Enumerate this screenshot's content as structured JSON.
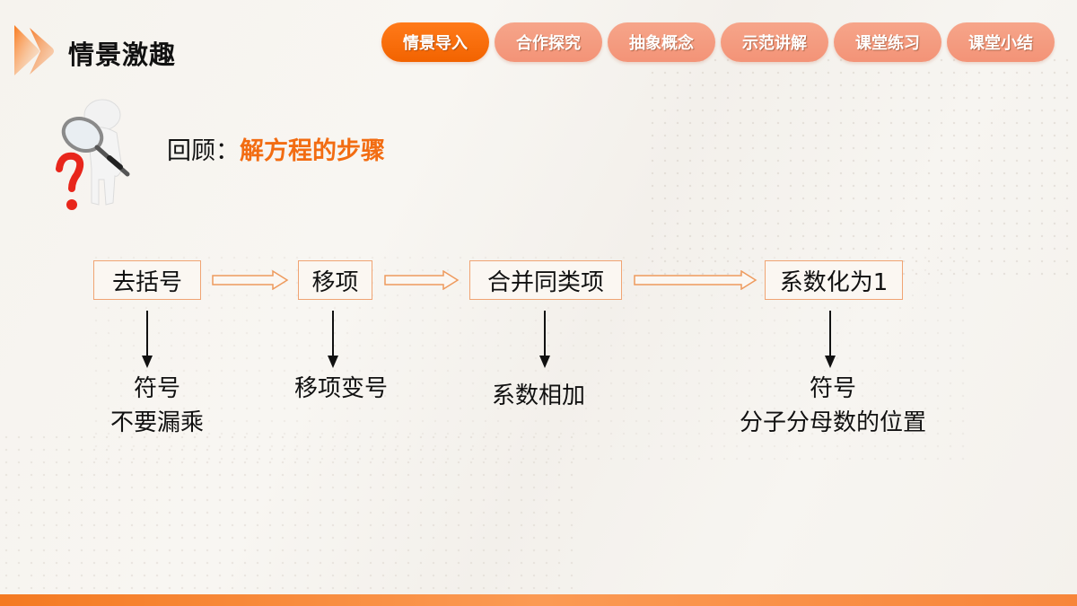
{
  "header": {
    "title": "情景激趣",
    "logo_icon": "double-chevron-right-icon"
  },
  "nav": {
    "tabs": [
      {
        "label": "情景导入",
        "active": true
      },
      {
        "label": "合作探究",
        "active": false
      },
      {
        "label": "抽象概念",
        "active": false
      },
      {
        "label": "示范讲解",
        "active": false
      },
      {
        "label": "课堂练习",
        "active": false
      },
      {
        "label": "课堂小结",
        "active": false
      }
    ]
  },
  "review": {
    "prefix": "回顾：",
    "highlight": "解方程的步骤",
    "figure_icon": "magnifier-person-question-icon"
  },
  "steps": [
    {
      "label": "去括号",
      "note_lines": [
        "符号",
        "不要漏乘"
      ]
    },
    {
      "label": "移项",
      "note_lines": [
        "移项变号"
      ]
    },
    {
      "label": "合并同类项",
      "note_lines": [
        "系数相加"
      ]
    },
    {
      "label": "系数化为1",
      "note_lines": [
        "符号",
        "分子分母数的位置"
      ]
    }
  ],
  "colors": {
    "accent": "#f26c12",
    "tab_active": "#f56a0c",
    "tab_inactive": "#f59d82",
    "step_border": "#f0a473",
    "footer": "#f7853a"
  }
}
